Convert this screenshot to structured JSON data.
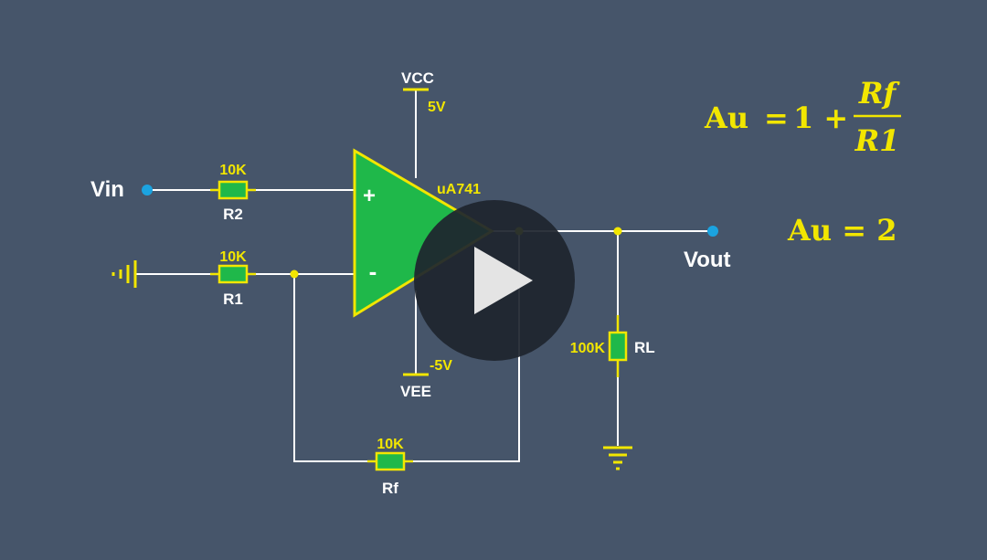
{
  "labels": {
    "vcc": "VCC",
    "vcc_value": "5V",
    "vee": "VEE",
    "vee_value": "-5V",
    "opamp": "uA741",
    "plus": "+",
    "minus": "-",
    "vin": "Vin",
    "vout": "Vout"
  },
  "resistors": {
    "r2": {
      "name": "R2",
      "value": "10K"
    },
    "r1": {
      "name": "R1",
      "value": "10K"
    },
    "rf": {
      "name": "Rf",
      "value": "10K"
    },
    "rl": {
      "name": "RL",
      "value": "100K"
    }
  },
  "formula": {
    "lhs": "Au",
    "eq": "=",
    "one_plus": "1 +",
    "numerator": "Rf",
    "denominator": "R1",
    "result": "Au = 2"
  },
  "colors": {
    "background": "#46556a",
    "wire": "#ffffff",
    "component_fill": "#1fb84a",
    "component_outline": "#f2e600",
    "terminal": "#1ba3e0",
    "play_button": "#1e252e"
  },
  "icons": {
    "play": "play-icon",
    "ground": "ground-icon"
  }
}
